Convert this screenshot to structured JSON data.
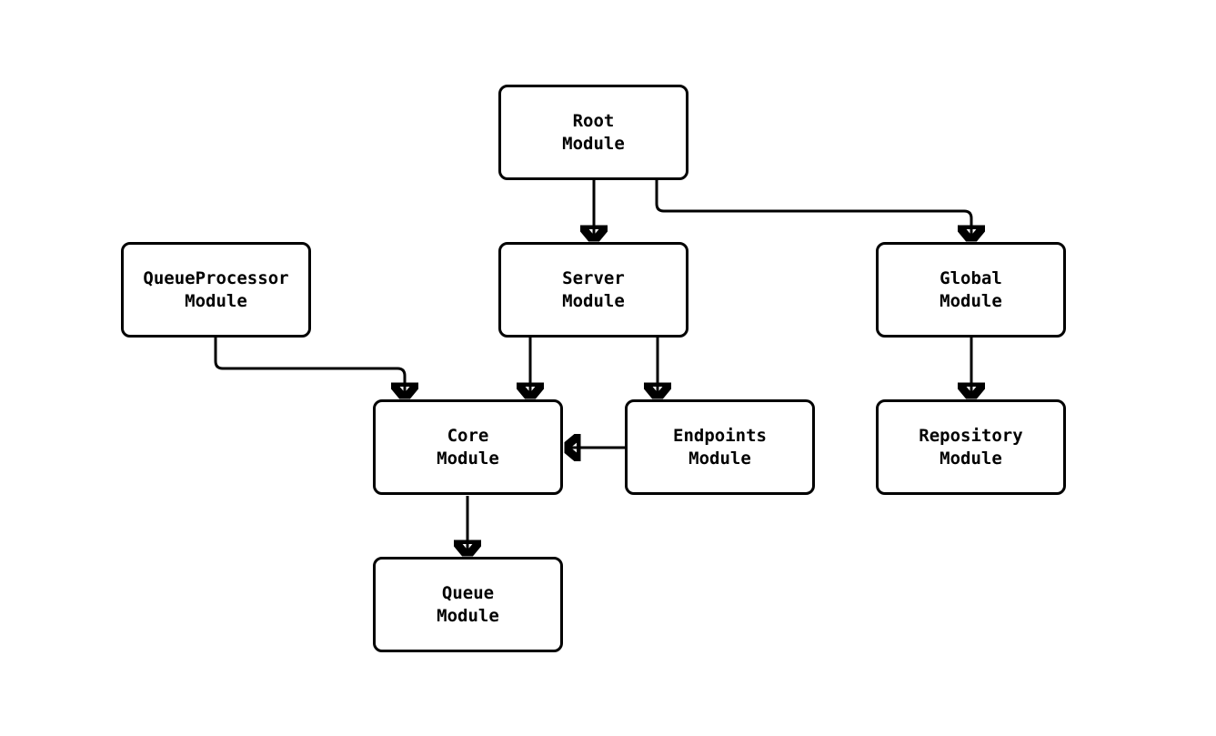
{
  "diagram": {
    "type": "flowchart",
    "orientation": "top-down",
    "background_color": "#ffffff",
    "node_fill_color": "#ffffff",
    "line_color": "#000000",
    "nodes": [
      {
        "id": "root",
        "label": "Root\nModule"
      },
      {
        "id": "queueprocessor",
        "label": "QueueProcessor\nModule"
      },
      {
        "id": "server",
        "label": "Server\nModule"
      },
      {
        "id": "global",
        "label": "Global\nModule"
      },
      {
        "id": "core",
        "label": "Core\nModule"
      },
      {
        "id": "endpoints",
        "label": "Endpoints\nModule"
      },
      {
        "id": "repository",
        "label": "Repository\nModule"
      },
      {
        "id": "queue",
        "label": "Queue\nModule"
      }
    ],
    "edges": [
      {
        "from": "root",
        "to": "server",
        "arrow": "filled-triangle"
      },
      {
        "from": "root",
        "to": "global",
        "arrow": "filled-triangle"
      },
      {
        "from": "queueprocessor",
        "to": "core",
        "arrow": "filled-triangle"
      },
      {
        "from": "server",
        "to": "core",
        "arrow": "filled-triangle"
      },
      {
        "from": "server",
        "to": "endpoints",
        "arrow": "filled-triangle"
      },
      {
        "from": "endpoints",
        "to": "core",
        "arrow": "filled-triangle"
      },
      {
        "from": "global",
        "to": "repository",
        "arrow": "filled-triangle"
      },
      {
        "from": "core",
        "to": "queue",
        "arrow": "filled-triangle"
      }
    ]
  }
}
